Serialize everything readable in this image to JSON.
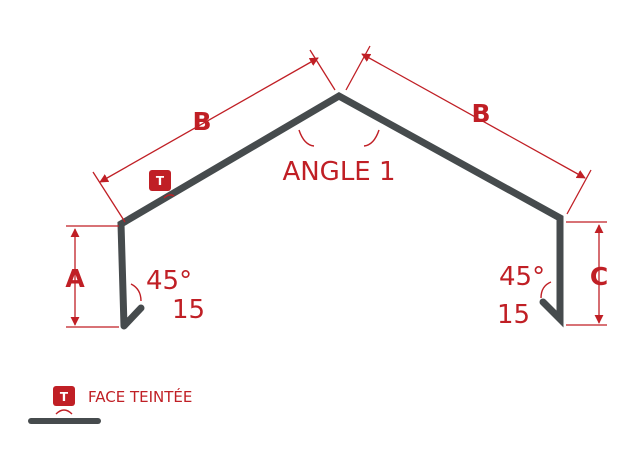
{
  "diagram": {
    "colors": {
      "accent": "#c01f25",
      "profile": "#464b4d",
      "background": "#ffffff"
    },
    "labels": {
      "b_left": "B",
      "b_right": "B",
      "a": "A",
      "c": "C",
      "angle": "ANGLE 1",
      "angle_left": "45°",
      "angle_right": "45°",
      "hem_left": "15",
      "hem_right": "15"
    },
    "badge": {
      "letter": "T"
    },
    "legend": {
      "badge_letter": "T",
      "text": "FACE TEINTÉE"
    }
  }
}
